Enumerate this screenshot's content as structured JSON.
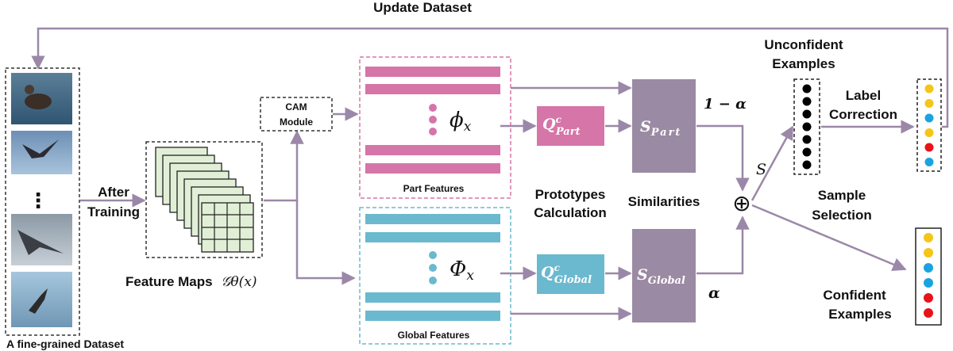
{
  "title": "Update Dataset",
  "dataset": {
    "label": "A fine-grained Dataset",
    "ellipsis": "⋮"
  },
  "after_training": {
    "line1": "After",
    "line2": "Training"
  },
  "feature_maps": {
    "label": "Feature Maps",
    "math": "𝒢θ(x)"
  },
  "cam": {
    "line1": "CAM",
    "line2": "Module"
  },
  "part": {
    "label": "Part Features",
    "symbol": "ϕ",
    "sub": "x"
  },
  "global": {
    "label": "Global Features",
    "symbol": "Φ",
    "sub": "x"
  },
  "prototypes": {
    "line1": "Prototypes",
    "line2": "Calculation"
  },
  "q_part": {
    "main": "Q",
    "sup": "c",
    "sub": "Part"
  },
  "q_global": {
    "main": "Q",
    "sup": "c",
    "sub": "Global"
  },
  "similarities": "Similarities",
  "s_part": {
    "main": "S",
    "sub": "Part"
  },
  "s_global": {
    "main": "S",
    "sub": "Global"
  },
  "one_minus_alpha": "1 − α",
  "alpha": "α",
  "s_label": "S",
  "oplus": "⊕",
  "unconfident": {
    "line1": "Unconfident",
    "line2": "Examples"
  },
  "label_correction": {
    "line1": "Label",
    "line2": "Correction"
  },
  "sample_selection": {
    "line1": "Sample",
    "line2": "Selection"
  },
  "confident": {
    "line1": "Confident",
    "line2": "Examples"
  },
  "colors": {
    "pink": "#d575a8",
    "blue": "#6ab9cf",
    "purple": "#9b8aa3",
    "arrow": "#9b88a8",
    "green": "#e2efd7",
    "dot_yellow": "#f5c518",
    "dot_blue": "#1aa3e0",
    "dot_red": "#e8121a",
    "dot_black": "#000000"
  },
  "corrected_dots": [
    "yellow",
    "yellow",
    "blue",
    "yellow",
    "red",
    "blue"
  ],
  "confident_dots": [
    "yellow",
    "yellow",
    "blue",
    "blue",
    "red",
    "red"
  ],
  "unconfident_dots": [
    "black",
    "black",
    "black",
    "black",
    "black",
    "black",
    "black"
  ]
}
